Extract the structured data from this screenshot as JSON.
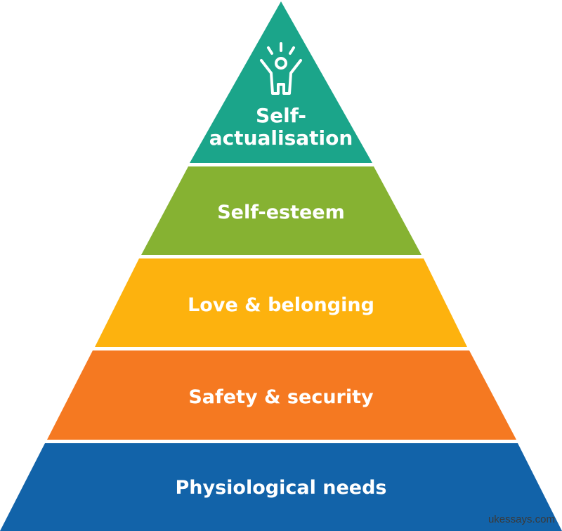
{
  "pyramid": {
    "levels": [
      {
        "label_line1": "Self-",
        "label_line2": "actualisation",
        "color": "#1BA58A"
      },
      {
        "label": "Self-esteem",
        "color": "#86B232"
      },
      {
        "label": "Love & belonging",
        "color": "#FDB20E"
      },
      {
        "label": "Safety & security",
        "color": "#F57921"
      },
      {
        "label": "Physiological needs",
        "color": "#1263A9"
      }
    ],
    "top_icon": "person-arms-raised-icon"
  },
  "watermark": "ukessays.com"
}
